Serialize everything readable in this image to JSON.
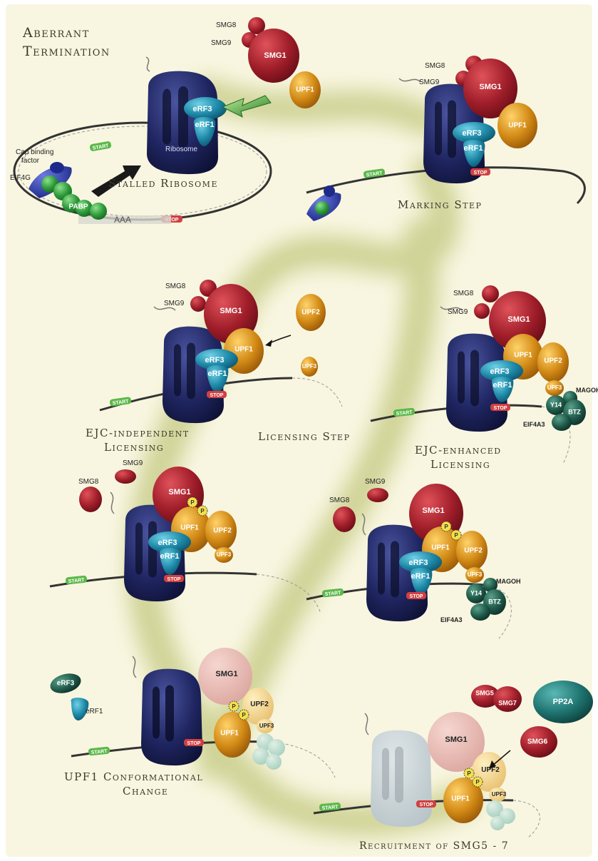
{
  "titles": {
    "aberrant": "Aberrant",
    "termination": "Termination",
    "stalled": "Stalled Ribosome",
    "marking": "Marking Step",
    "licensing": "Licensing Step",
    "ejc_independent_1": "EJC-independent",
    "ejc_independent_2": "Licensing",
    "ejc_enhanced_1": "EJC-enhanced",
    "ejc_enhanced_2": "Licensing",
    "upf1_change_1": "UPF1 Conformational",
    "upf1_change_2": "Change",
    "recruitment": "Recruitment of SMG5 - 7"
  },
  "labels": {
    "smg8": "SMG8",
    "smg9": "SMG9",
    "smg1": "SMG1",
    "upf1": "UPF1",
    "upf2": "UPF2",
    "upf3": "UPF3",
    "erf3": "eRF3",
    "erf1": "eRF1",
    "ribosome": "Ribosome",
    "start": "START",
    "stop": "STOP",
    "cap_binding_1": "Cap binding",
    "cap_binding_2": "factor",
    "eif4g": "EIF4G",
    "pabp": "PABP",
    "polya": "AAA",
    "magoh": "MAGOH",
    "y14": "Y14",
    "btz": "BTZ",
    "eif4a3": "EIF4A3",
    "p": "P",
    "smg5": "SMG5",
    "smg7": "SMG7",
    "smg6": "SMG6",
    "pp2a": "PP2A"
  },
  "colors": {
    "background": "#f8f6e0",
    "path": "#c9cd8a",
    "ribosome": "#1f2560",
    "smg1": "#a01e2a",
    "upf": "#d38a16",
    "erf": "#1e8aa8",
    "ejc": "#1f5a4a",
    "pabp": "#2e9a3a",
    "arrow_green": "#3aa03a"
  }
}
